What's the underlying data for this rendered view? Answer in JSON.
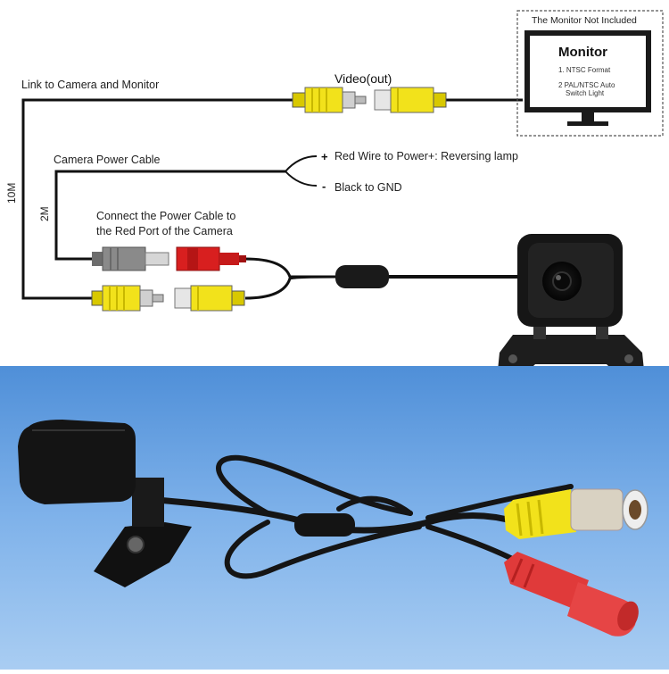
{
  "diagram": {
    "link_label": "Link to Camera and Monitor",
    "video_out_label": "Video(out)",
    "camera_power_label": "Camera Power Cable",
    "red_wire_label": "Red Wire to Power+: Reversing lamp",
    "black_wire_label": "Black to GND",
    "plus_sign": "+",
    "minus_sign": "-",
    "connect_note_line1": "Connect the Power Cable to",
    "connect_note_line2": "the Red Port of the Camera",
    "length_10m": "10M",
    "length_2m": "2M"
  },
  "monitor": {
    "not_included": "The Monitor Not Included",
    "title": "Monitor",
    "spec1": "1. NTSC Format",
    "spec2_line1": "2 PAL/NTSC Auto",
    "spec2_line2": "Switch Light"
  },
  "colors": {
    "rca_yellow": "#f2e21b",
    "power_red": "#d81f1f",
    "connector_gray": "#8a8a8a",
    "photo_background": "#7fb2ea",
    "camera_black": "#141414"
  }
}
